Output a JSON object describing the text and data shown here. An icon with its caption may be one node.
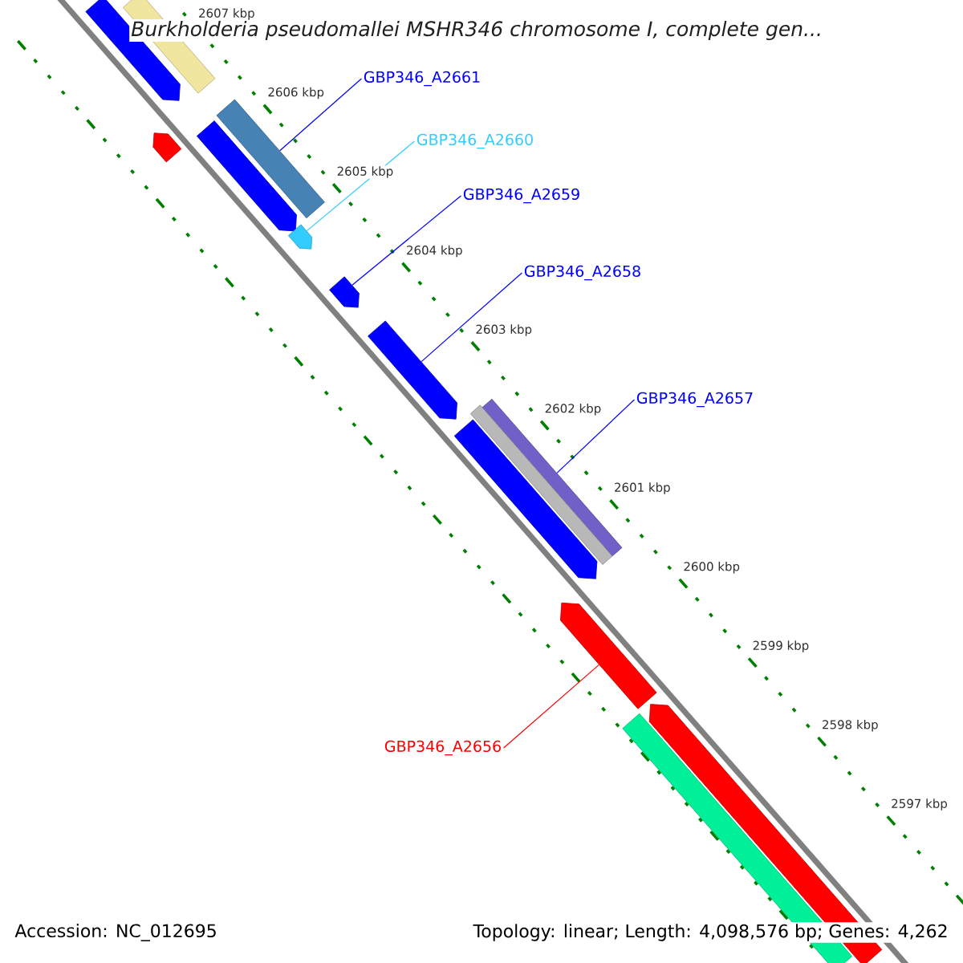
{
  "diagram": {
    "title": "Burkholderia pseudomallei MSHR346 chromosome I, complete gen...",
    "nodes": [
      {
        "text": [
          "GBP346_A2661"
        ]
      },
      {
        "text": [
          "GBP346_A2660"
        ]
      },
      {
        "text": [
          "GBP346_A2659"
        ]
      },
      {
        "text": [
          "GBP346_A2658"
        ]
      },
      {
        "text": [
          "GBP346_A2657"
        ]
      },
      {
        "text": [
          "GBP346_A2656"
        ]
      },
      {
        "text": [],
        "shape": "bar"
      },
      {
        "text": [],
        "shape": "bar"
      },
      {
        "text": [],
        "shape": "bar"
      },
      {
        "text": [],
        "shape": "bar"
      },
      {
        "text": [],
        "shape": "bar"
      },
      {
        "text": [],
        "shape": "bar"
      },
      {
        "text": [],
        "shape": "bar"
      },
      {
        "text": [],
        "shape": "bar"
      },
      {
        "text": [],
        "shape": "bar"
      },
      {
        "text": [],
        "shape": "bar"
      },
      {
        "text": [],
        "shape": "bar"
      },
      {
        "text": [],
        "shape": "bar"
      },
      {
        "text": [],
        "shape": "bar"
      },
      {
        "text": [],
        "shape": "bar"
      }
    ],
    "edges": [
      {
        "from": 0,
        "to": 9,
        "arrow": "none"
      },
      {
        "from": 1,
        "to": 11,
        "arrow": "none",
        "color": "#33ccff"
      },
      {
        "from": 2,
        "to": 12,
        "arrow": "none"
      },
      {
        "from": 3,
        "to": 13,
        "arrow": "none"
      },
      {
        "from": 4,
        "to": 14,
        "arrow": "none"
      },
      {
        "from": 5,
        "to": 17,
        "arrow": "none",
        "color": "#ff0000"
      }
    ],
    "labels": [
      "2607 kbp",
      "2606 kbp",
      "2605 kbp",
      "2604 kbp",
      "2603 kbp",
      "2602 kbp",
      "2601 kbp",
      "2600 kbp",
      "2599 kbp",
      "2598 kbp",
      "2597 kbp",
      "Accession: NC_012695",
      "Topology: linear; Length: 4,098,576 bp; Genes: 4,262"
    ]
  }
}
